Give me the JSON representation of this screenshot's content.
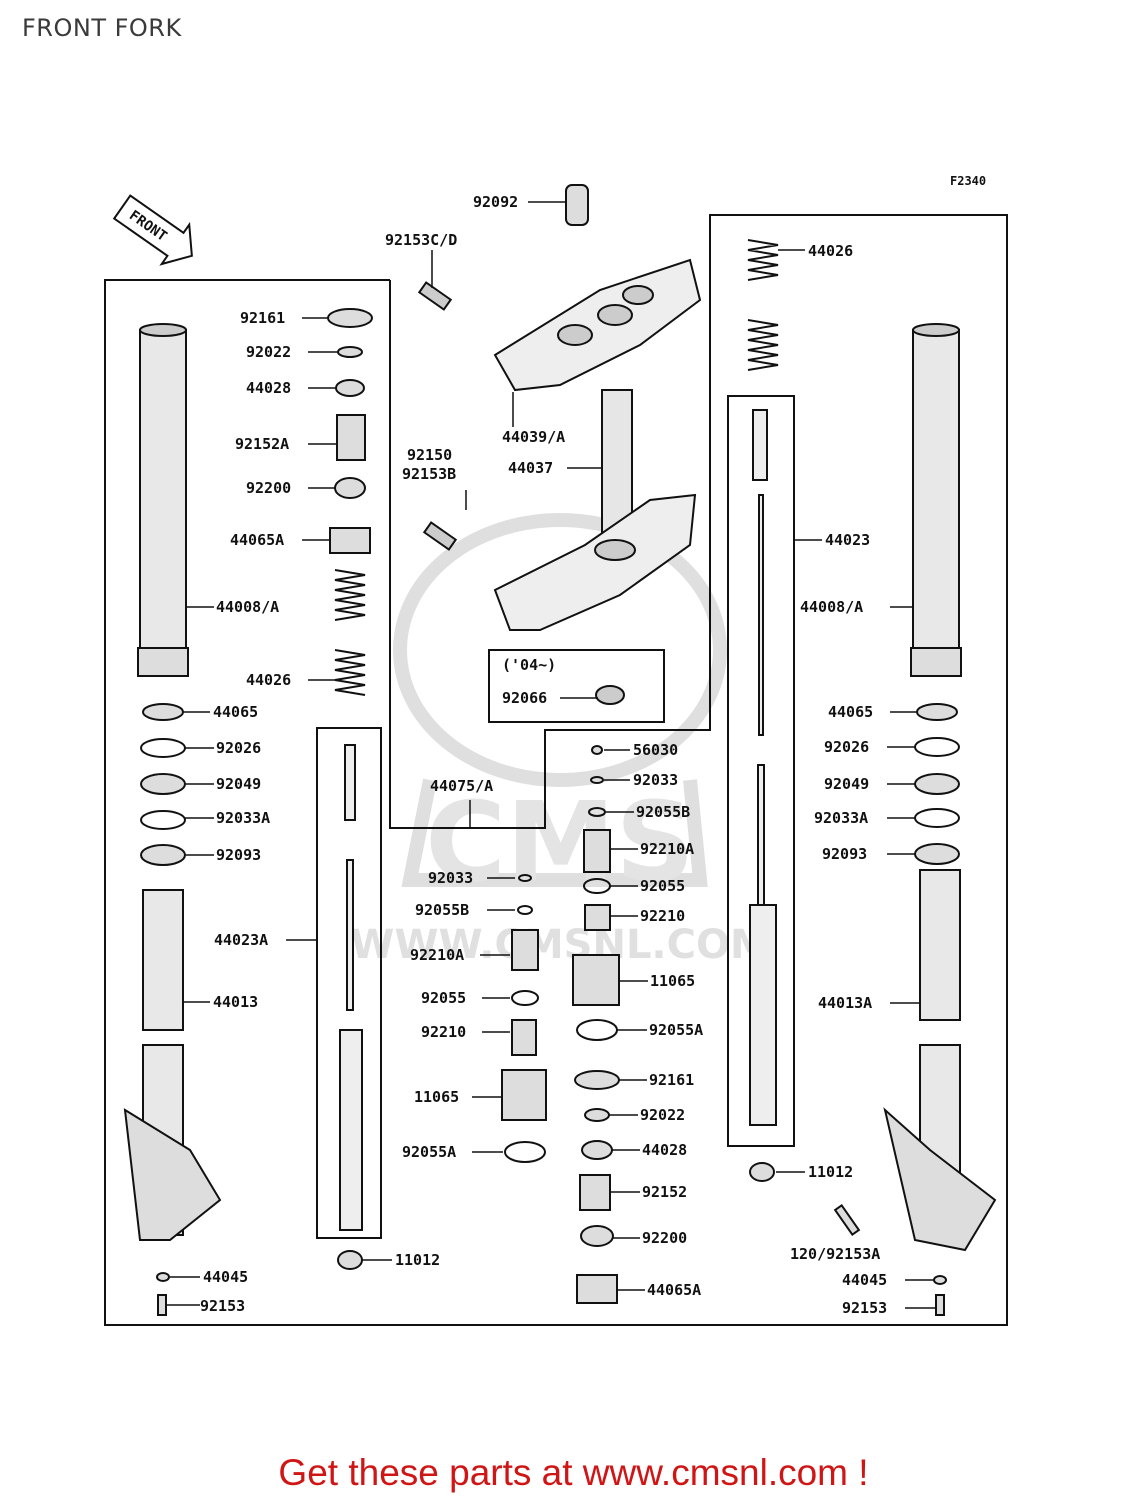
{
  "page": {
    "title": "FRONT FORK"
  },
  "diagram": {
    "figure_code": "F2340",
    "front_arrow_label": "FRONT",
    "note_label": "('04~)",
    "watermark_url": "WWW.CMSNL.COM",
    "parts": {
      "p92092": "92092",
      "p92153cd": "92153C/D",
      "p44039a": "44039/A",
      "p44037": "44037",
      "p92150": "92150",
      "p92153b": "92153B",
      "p92066": "92066",
      "p44075a": "44075/A",
      "r44026": "44026",
      "r44023": "44023",
      "r44008a": "44008/A",
      "r44065": "44065",
      "r92026": "92026",
      "r92049": "92049",
      "r92033a": "92033A",
      "r92093": "92093",
      "r44013a": "44013A",
      "r11012": "11012",
      "r120_92153a": "120/92153A",
      "r44045": "44045",
      "r92153": "92153",
      "l92161": "92161",
      "l92022": "92022",
      "l44028": "44028",
      "l92152a": "92152A",
      "l92200": "92200",
      "l44065a": "44065A",
      "l44008a": "44008/A",
      "l44026": "44026",
      "l44065": "44065",
      "l92026": "92026",
      "l92049": "92049",
      "l92033a": "92033A",
      "l92093": "92093",
      "l44023a": "44023A",
      "l44013": "44013",
      "l44045": "44045",
      "l92153": "92153",
      "m92033": "92033",
      "m92055b": "92055B",
      "m92210a": "92210A",
      "m92055": "92055",
      "m92210": "92210",
      "m11065": "11065",
      "m92055a": "92055A",
      "m11012": "11012",
      "c56030": "56030",
      "c92033": "92033",
      "c92055b": "92055B",
      "c92210a": "92210A",
      "c92055": "92055",
      "c92210": "92210",
      "c11065": "11065",
      "c92055a": "92055A",
      "c92161": "92161",
      "c92022": "92022",
      "c44028": "44028",
      "c92152": "92152",
      "c92200": "92200",
      "c44065a": "44065A"
    }
  },
  "footer": {
    "text": "Get these parts at www.cmsnl.com !"
  },
  "colors": {
    "line": "#111111",
    "footer": "#d01515",
    "watermark": "#d9d9d9"
  }
}
